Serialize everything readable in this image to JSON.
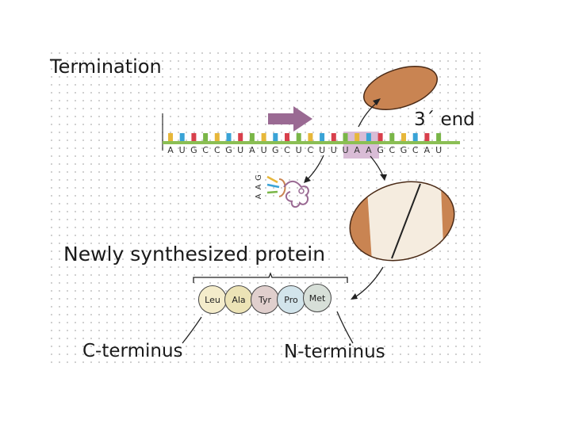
{
  "title": "Termination",
  "end_label": "3´ end",
  "protein_label": "Newly synthesized protein",
  "c_terminus": "C-terminus",
  "n_terminus": "N-terminus",
  "mrna_sequence": [
    "A",
    "U",
    "G",
    "C",
    "C",
    "G",
    "U",
    "A",
    "U",
    "G",
    "C",
    "U",
    "C",
    "U",
    "U",
    "U",
    "A",
    "A",
    "G",
    "C",
    "G",
    "C",
    "A",
    "U"
  ],
  "trna_anticodon": [
    "G",
    "A",
    "A"
  ],
  "amino_acids": [
    {
      "name": "Leu",
      "color": "#f4eccb"
    },
    {
      "name": "Ala",
      "color": "#ece3b6"
    },
    {
      "name": "Tyr",
      "color": "#e0cfcd"
    },
    {
      "name": "Pro",
      "color": "#d2e4eb"
    },
    {
      "name": "Met",
      "color": "#d7dfd8"
    }
  ],
  "colors": {
    "ribosome": "#c98452",
    "ribosome_light": "#f5ecdf",
    "arrow": "#9a6a93",
    "stop_highlight": "#d9bcd6",
    "mrna_backbone": "#8bbf54",
    "base_colors": [
      "#e7b73a",
      "#3aa3d6",
      "#d8404c",
      "#7ab648"
    ]
  }
}
